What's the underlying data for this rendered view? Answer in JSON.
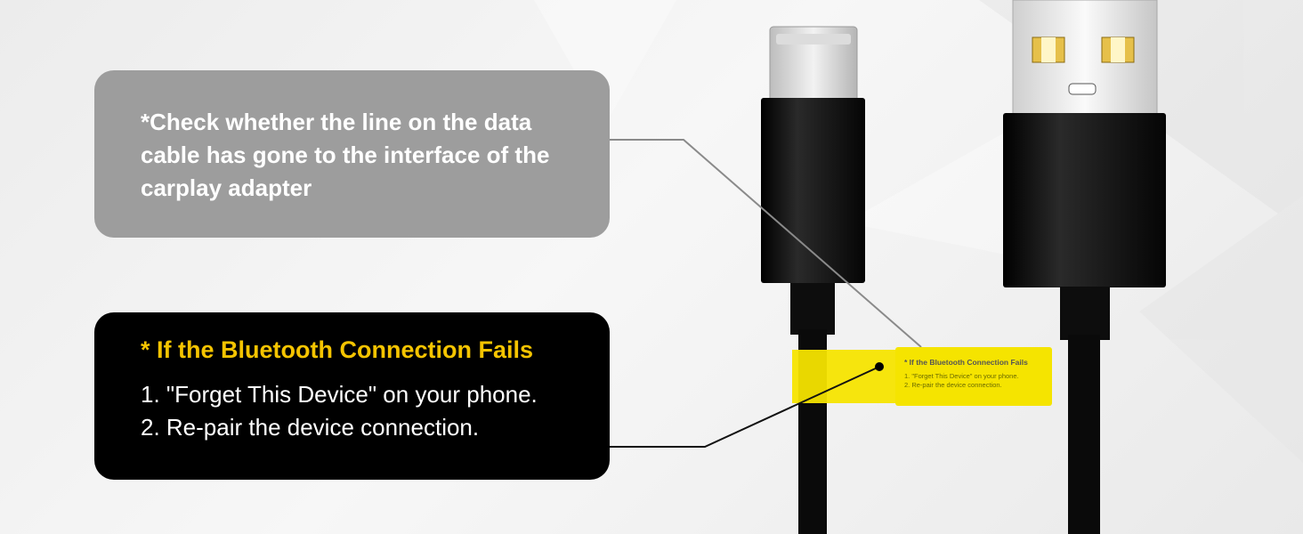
{
  "gray_callout": {
    "text": "*Check whether the line on the data cable has gone to the interface of the carplay adapter"
  },
  "black_callout": {
    "title": "* If the Bluetooth Connection Fails",
    "steps": [
      "1. \"Forget This Device\" on your phone.",
      "2. Re-pair the device connection."
    ]
  },
  "cable_tag": {
    "title": "* If the Bluetooth Connection Fails",
    "steps": [
      "1. \"Forget This Device\" on your phone.",
      "2. Re-pair the device connection."
    ]
  },
  "colors": {
    "gray_callout": "#9d9d9d",
    "black_callout": "#000000",
    "accent_yellow": "#f5c400",
    "tag_yellow": "#f5e400",
    "cable": "#0a0a0a"
  }
}
